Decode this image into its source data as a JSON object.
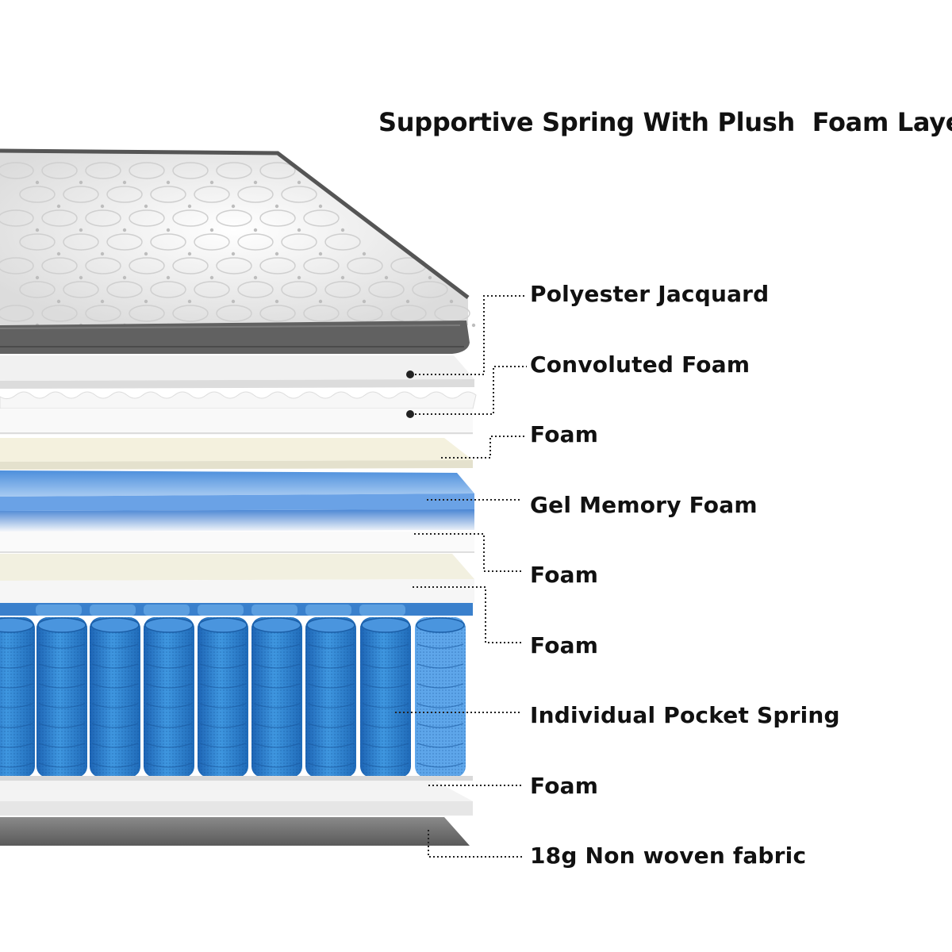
{
  "title": "Supportive Spring With Plush  Foam Layer",
  "layers": [
    {
      "label": "Polyester Jacquard",
      "color": "#f2f2f2"
    },
    {
      "label": "Convoluted Foam",
      "color": "#f6f6f6"
    },
    {
      "label": "Foam",
      "color": "#f3f1de"
    },
    {
      "label": "Gel Memory Foam",
      "color": "#6ea8e8"
    },
    {
      "label": "Foam",
      "color": "#f8f8f8"
    },
    {
      "label": "Foam",
      "color": "#f1f0e0"
    },
    {
      "label": "Individual Pocket Spring",
      "color": "#2f7fcf"
    },
    {
      "label": "Foam",
      "color": "#f4f4f4"
    },
    {
      "label": "18g Non woven fabric",
      "color": "#6b6b6b"
    }
  ],
  "colors": {
    "text": "#111111",
    "leader_line": "#222222",
    "mattress_edge": "#555555",
    "quilt_top": "#eeeeee"
  }
}
